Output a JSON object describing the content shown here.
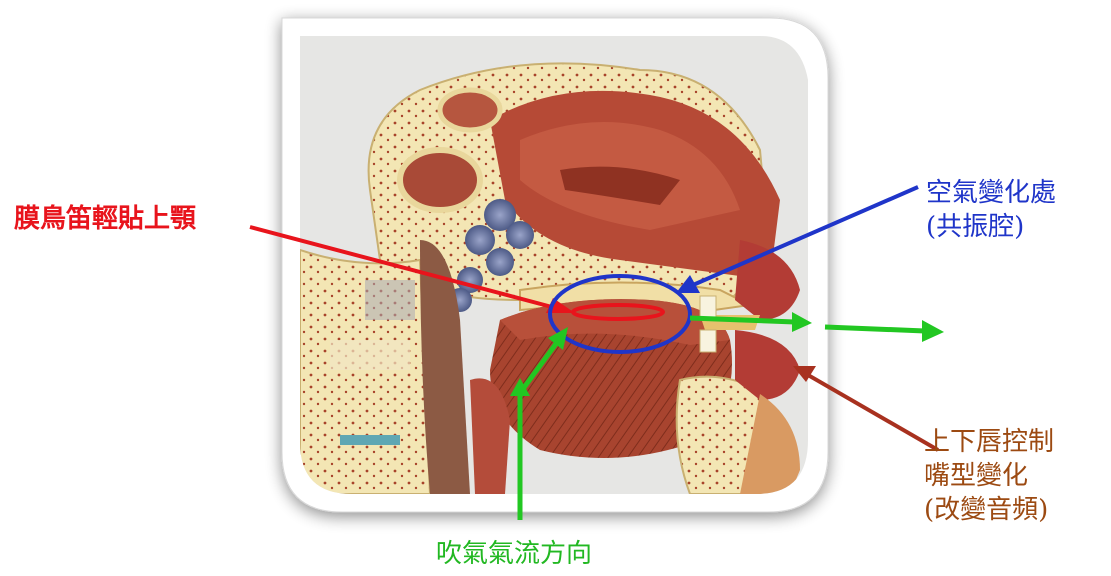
{
  "labels": {
    "membrane_whistle": "膜鳥笛輕貼上顎",
    "air_change_line1": "空氣變化處",
    "air_change_line2": "(共振腔)",
    "lips_line1": "上下唇控制",
    "lips_line2": "嘴型變化",
    "lips_line3": "(改變音頻)",
    "airflow": "吹氣氣流方向"
  },
  "colors": {
    "red_arrow": "#e8141c",
    "blue_arrow": "#1f35c9",
    "green_arrow": "#22c722",
    "brown_arrow": "#a8311f",
    "lips_text": "#9c4a12"
  },
  "image": {
    "subject": "anatomical cross-section model of the head showing nasal cavity, oral cavity, tongue and lips"
  }
}
